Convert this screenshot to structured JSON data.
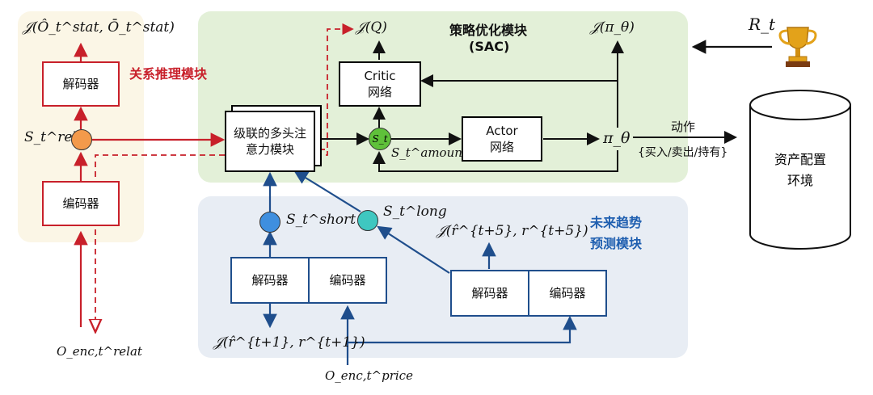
{
  "modules": {
    "relation": {
      "title": "关系推理模块",
      "decoder": "解码器",
      "encoder": "编码器",
      "state_label": "S_t^relat",
      "objective": "𝒥(Ô_t^stat, Ō_t^stat)",
      "input": "O_enc,t^relat"
    },
    "policy": {
      "title": "策略优化模块",
      "subtitle": "(SAC)",
      "critic_line1": "Critic",
      "critic_line2": "网络",
      "actor_line1": "Actor",
      "actor_line2": "网络",
      "attention_line1": "级联的多头注",
      "attention_line2": "意力模块",
      "state_node": "S_t",
      "amount_label": "S_t^amount",
      "objective_q": "𝒥(Q)",
      "objective_pi": "𝒥(π_θ)",
      "policy_symbol": "π_θ",
      "reward": "R_t",
      "action_label": "动作",
      "action_options": "{买入/卖出/持有}"
    },
    "future": {
      "title_line1": "未来趋势",
      "title_line2": "预测模块",
      "short_label": "S_t^short",
      "long_label": "S_t^long",
      "short_decoder": "解码器",
      "short_encoder": "编码器",
      "long_decoder": "解码器",
      "long_encoder": "编码器",
      "short_objective": "𝒥(r̂^{t+1}, r^{t+1})",
      "long_objective": "𝒥(r̂^{t+5}, r^{t+5})",
      "price_input": "O_enc,t^price"
    },
    "environment": {
      "line1": "资产配置",
      "line2": "环境"
    }
  },
  "colors": {
    "relation_bg": "#fbf6e6",
    "policy_bg": "#e3f0d8",
    "future_bg": "#e8edf4",
    "red": "#c8202a",
    "blue": "#1f4e8c",
    "orange_node": "#f39a4b",
    "green_node": "#5fc13a",
    "blue_node": "#3f8fdf",
    "teal_node": "#3fc7c0"
  },
  "icons": {
    "reward": "trophy-icon"
  }
}
